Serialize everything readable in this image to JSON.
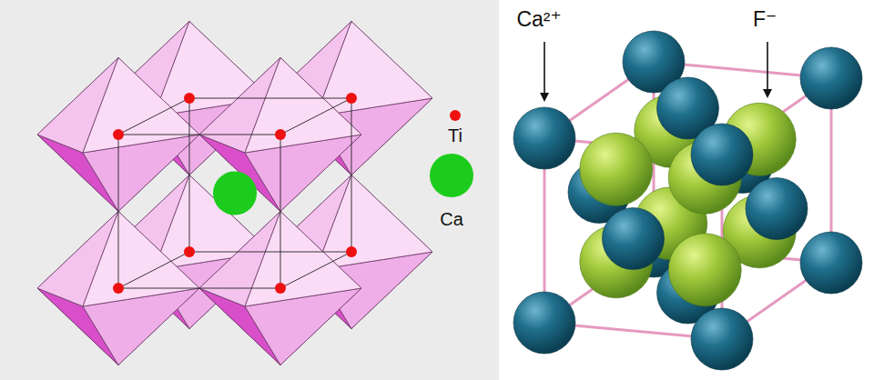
{
  "diagram": {
    "labels": [
      "Ca²⁺",
      "F⁻"
    ],
    "legend": [
      {
        "text": "Ti",
        "color": "#ee1111"
      },
      {
        "text": "Ca",
        "color": "#1ccc1c"
      }
    ]
  }
}
